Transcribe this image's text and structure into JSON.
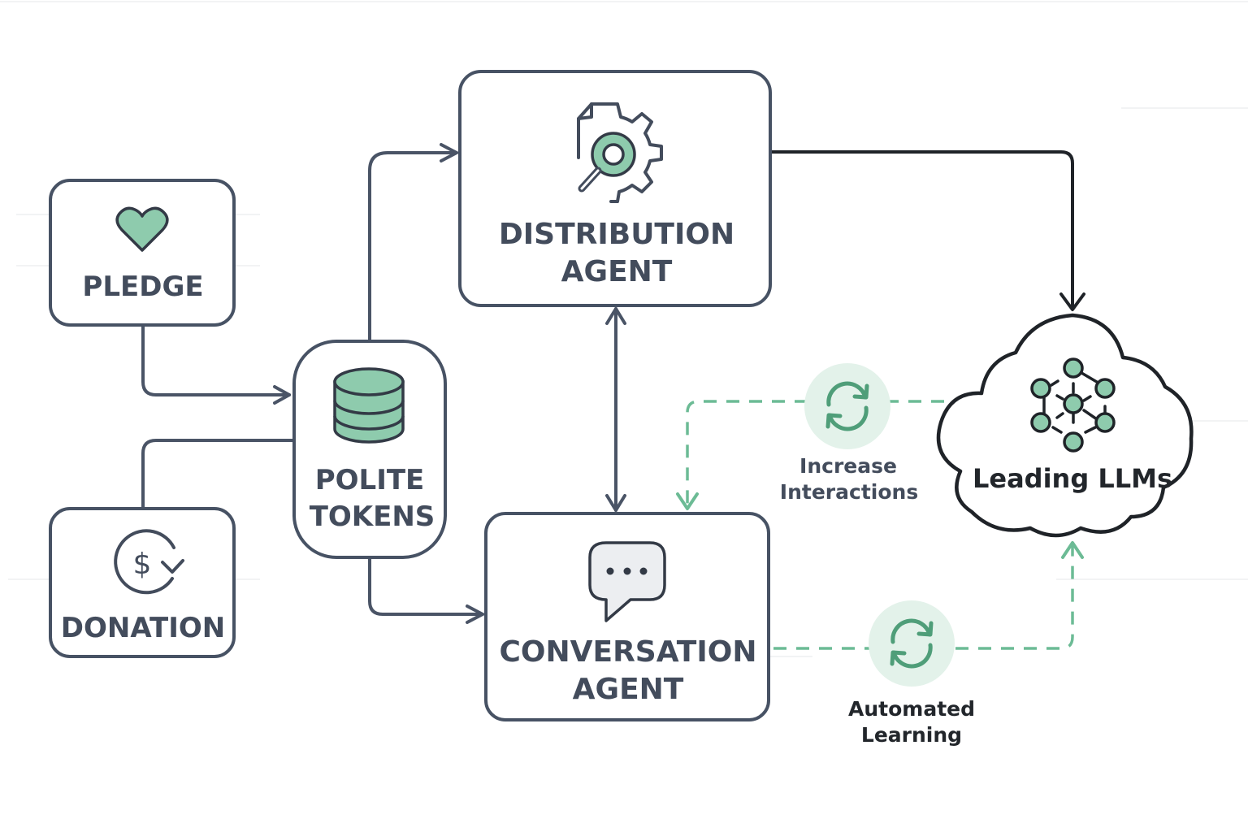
{
  "diagram": {
    "nodes": {
      "pledge": {
        "label": "PLEDGE",
        "icon": "heart-icon"
      },
      "donation": {
        "label": "DONATION",
        "icon": "dollar-cycle-icon"
      },
      "polite_tokens": {
        "label_line1": "POLITE",
        "label_line2": "TOKENS",
        "icon": "database-icon"
      },
      "distribution_agent": {
        "label_line1": "DISTRIBUTION",
        "label_line2": "AGENT",
        "icon": "document-gear-search-icon"
      },
      "conversation_agent": {
        "label_line1": "CONVERSATION",
        "label_line2": "AGENT",
        "icon": "chat-bubble-icon"
      },
      "leading_llms": {
        "label": "Leading LLMs",
        "icon": "neural-network-icon",
        "shape": "cloud"
      }
    },
    "loops": {
      "increase_interactions": {
        "label_line1": "Increase",
        "label_line2": "Interactions",
        "icon": "refresh-icon"
      },
      "automated_learning": {
        "label_line1": "Automated",
        "label_line2": "Learning",
        "icon": "refresh-icon"
      }
    },
    "edges": [
      {
        "from": "pledge",
        "to": "polite_tokens",
        "style": "solid"
      },
      {
        "from": "donation",
        "to": "polite_tokens",
        "style": "solid"
      },
      {
        "from": "polite_tokens",
        "to": "distribution_agent",
        "style": "solid"
      },
      {
        "from": "polite_tokens",
        "to": "conversation_agent",
        "style": "solid"
      },
      {
        "from": "distribution_agent",
        "to": "conversation_agent",
        "style": "solid",
        "bidirectional": true
      },
      {
        "from": "distribution_agent",
        "to": "leading_llms",
        "style": "solid"
      },
      {
        "from": "leading_llms",
        "to": "conversation_agent",
        "style": "dashed",
        "via": "increase_interactions"
      },
      {
        "from": "conversation_agent",
        "to": "leading_llms",
        "style": "dashed",
        "via": "automated_learning"
      }
    ],
    "colors": {
      "stroke": "#475264",
      "text": "#434c5c",
      "accent_green": "#8ecbad",
      "dashed_green": "#6cbb95",
      "loop_circle": "#e3f2ea",
      "cloud_stroke": "#1f2328"
    }
  }
}
